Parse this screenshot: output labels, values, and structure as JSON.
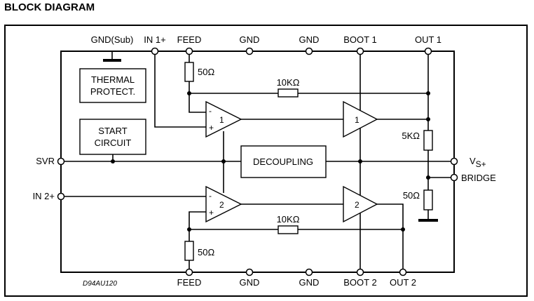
{
  "title": "BLOCK DIAGRAM",
  "pins_top": {
    "gnd_sub": "GND(Sub)",
    "in1": "IN 1+",
    "feed": "FEED",
    "gnd_a": "GND",
    "gnd_b": "GND",
    "boot1": "BOOT 1",
    "out1": "OUT 1"
  },
  "pins_bottom": {
    "feed": "FEED",
    "gnd_a": "GND",
    "gnd_b": "GND",
    "boot2": "BOOT 2",
    "out2": "OUT 2"
  },
  "pins_left": {
    "svr": "SVR",
    "in2": "IN 2+"
  },
  "pins_right": {
    "vs": "V",
    "vs_sub": "S+",
    "bridge": "BRIDGE"
  },
  "blocks": {
    "thermal_line1": "THERMAL",
    "thermal_line2": "PROTECT.",
    "start_line1": "START",
    "start_line2": "CIRCUIT",
    "decoupling": "DECOUPLING"
  },
  "resistors": {
    "r50_top": "50Ω",
    "r10k_top": "10KΩ",
    "r5k": "5KΩ",
    "r50_right": "50Ω",
    "r10k_bottom": "10KΩ",
    "r50_bottom": "50Ω"
  },
  "amps": {
    "pre1_minus": "-",
    "pre1_plus": "+",
    "pre1_num": "1",
    "pre2_minus": "-",
    "pre2_plus": "+",
    "pre2_num": "2",
    "pwr1_num": "1",
    "pwr2_num": "2"
  },
  "code": "D94AU120"
}
